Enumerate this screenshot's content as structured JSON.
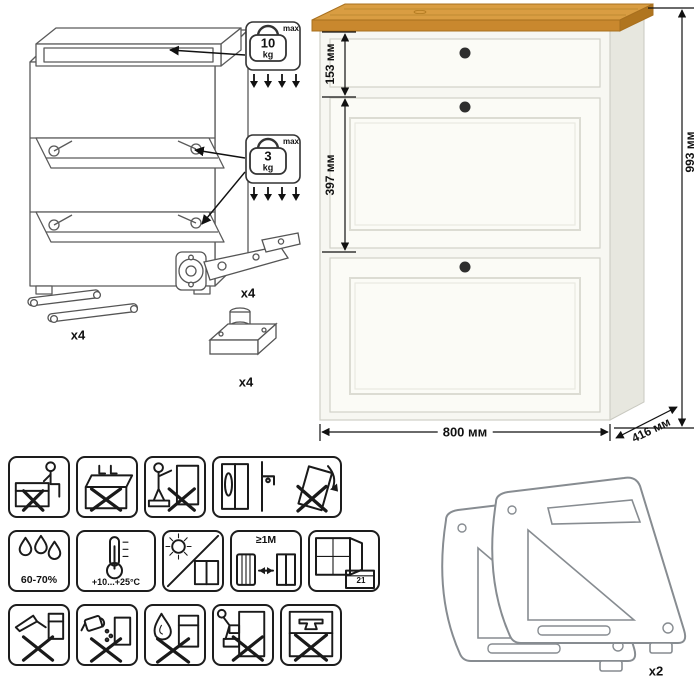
{
  "colors": {
    "wood_top": "#c9882e",
    "wood_top_surface": "#d99d42",
    "cabinet_body": "#f7f7f2",
    "cabinet_side": "#e7e7df",
    "outline": "#1d1d1d",
    "line_art": "#5a5a5a"
  },
  "product": {
    "name": "shoe-cabinet",
    "dimensions": {
      "drawer_section_height": "153 мм",
      "flap_section_height": "397 мм",
      "total_height": "993 мм",
      "width": "800 мм",
      "depth": "416 мм"
    }
  },
  "weight_limits": {
    "drawer": {
      "value": "10",
      "unit": "kg",
      "label": "max"
    },
    "flap": {
      "value": "3",
      "unit": "kg",
      "label": "max"
    }
  },
  "hardware": {
    "stay_arm_qty": "x4",
    "hinge_qty": "x4",
    "foot_qty": "x4",
    "side_frame_qty": "x2"
  },
  "care": {
    "humidity": "60-70%",
    "temperature": "+10...+25°C",
    "min_distance": "≥1M",
    "calendar_day": "21"
  },
  "icon_grid": {
    "row1": [
      "no-sitting",
      "no-standing-in-drawer",
      "no-standing-on-stool",
      "anti-tip-secure-to-wall"
    ],
    "row2": [
      "humidity",
      "temperature",
      "no-direct-sunlight",
      "heat-source-distance",
      "ventilation-window"
    ],
    "row3": [
      "no-sharp-tools",
      "no-liquids",
      "no-open-flame",
      "no-climbing",
      "no-heavy-objects"
    ]
  }
}
